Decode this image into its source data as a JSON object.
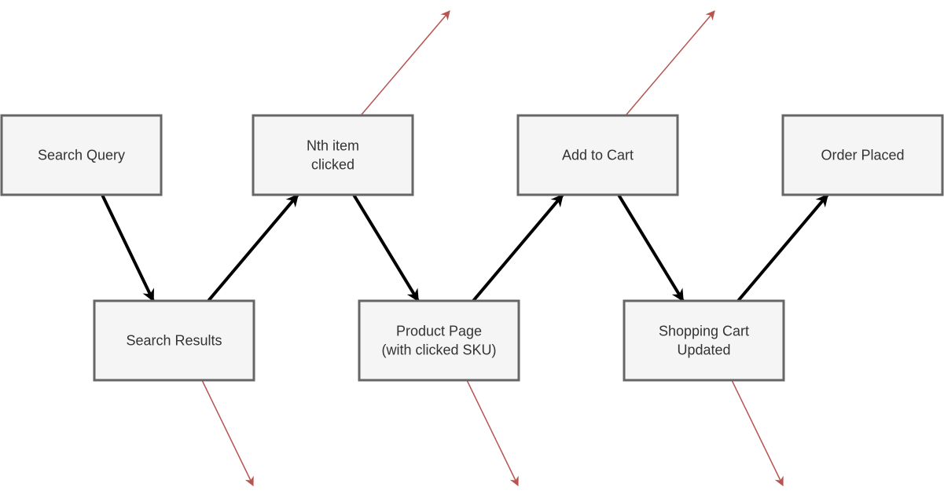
{
  "diagram": {
    "nodes": [
      {
        "id": "search-query",
        "lines": [
          "Search Query"
        ]
      },
      {
        "id": "search-results",
        "lines": [
          "Search Results"
        ]
      },
      {
        "id": "nth-item-clicked",
        "lines": [
          "Nth item",
          "clicked"
        ]
      },
      {
        "id": "product-page",
        "lines": [
          "Product Page",
          "(with clicked SKU)"
        ]
      },
      {
        "id": "add-to-cart",
        "lines": [
          "Add to Cart"
        ]
      },
      {
        "id": "shopping-cart-updated",
        "lines": [
          "Shopping Cart",
          "Updated"
        ]
      },
      {
        "id": "order-placed",
        "lines": [
          "Order Placed"
        ]
      }
    ],
    "flow_edges": [
      {
        "from": "search-query",
        "to": "search-results"
      },
      {
        "from": "search-results",
        "to": "nth-item-clicked"
      },
      {
        "from": "nth-item-clicked",
        "to": "product-page"
      },
      {
        "from": "product-page",
        "to": "add-to-cart"
      },
      {
        "from": "add-to-cart",
        "to": "shopping-cart-updated"
      },
      {
        "from": "shopping-cart-updated",
        "to": "order-placed"
      }
    ],
    "exit_edges": [
      {
        "from": "search-results"
      },
      {
        "from": "nth-item-clicked"
      },
      {
        "from": "product-page"
      },
      {
        "from": "add-to-cart"
      },
      {
        "from": "shopping-cart-updated"
      }
    ],
    "colors": {
      "node_fill": "#f5f5f5",
      "node_stroke": "#666666",
      "node_text": "#333333",
      "flow_arrow": "#000000",
      "exit_arrow": "#b85450"
    }
  }
}
